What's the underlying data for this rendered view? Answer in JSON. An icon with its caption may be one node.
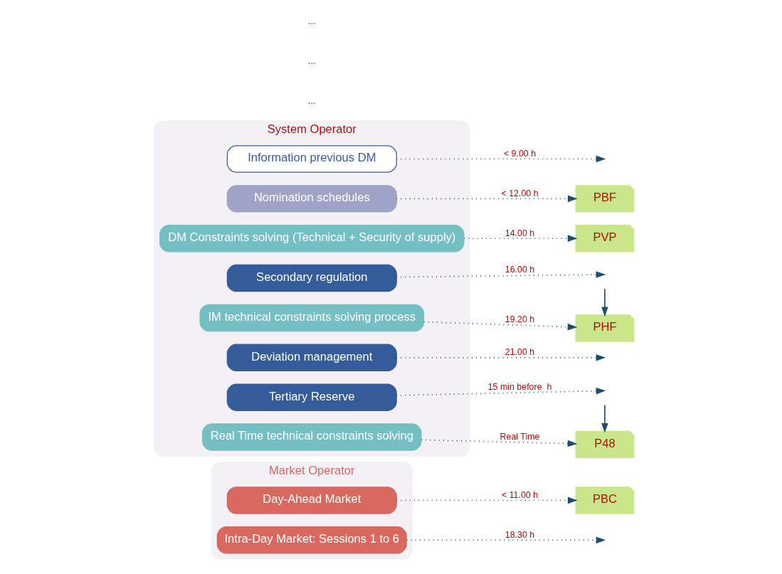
{
  "diagram": {
    "nodes": [
      {
        "text": [
          "Market Operator"
        ]
      },
      {
        "text": [
          "Day-Ahead Market"
        ],
        "in": 0
      },
      {
        "text": [
          "Intra-Day Market: Sessions 1 to 6"
        ],
        "in": 0
      },
      {
        "text": [
          "System Operator"
        ]
      },
      {
        "text": [
          "Information previous DM"
        ],
        "in": 3
      },
      {
        "text": [
          "Nomination schedules"
        ],
        "in": 3
      },
      {
        "text": [
          "DM Constraints solving (Technical + Security of supply)"
        ],
        "in": 3
      },
      {
        "text": [
          "Secondary regulation"
        ],
        "in": 3
      },
      {
        "text": [
          "IM technical constraints solving process"
        ],
        "in": 3
      },
      {
        "text": [
          "Deviation management"
        ],
        "in": 3
      },
      {
        "text": [
          "Tertiary Reserve"
        ],
        "in": 3
      },
      {
        "text": [
          "Real Time technical constraints solving"
        ],
        "in": 3
      },
      {
        "text": [
          "PBC"
        ]
      },
      {
        "text": [
          "PBF"
        ]
      },
      {
        "text": [
          "PVP"
        ]
      },
      {
        "text": [
          "PHF"
        ]
      },
      {
        "text": [
          "P48"
        ]
      }
    ],
    "edges": [
      {
        "from": 4,
        "to": null,
        "arrow": "to",
        "label": "< 9.00 h",
        "style": "dashed"
      },
      {
        "from": 1,
        "to": 12,
        "arrow": "to",
        "label": "< 11.00 h",
        "style": "dashed"
      },
      {
        "from": 5,
        "to": 13,
        "arrow": "to",
        "label": "< 12.00 h",
        "style": "dashed"
      },
      {
        "from": 6,
        "to": 14,
        "arrow": "to",
        "label": "14.00 h",
        "style": "dashed"
      },
      {
        "from": 7,
        "to": null,
        "arrow": "to",
        "label": "16.00 h",
        "style": "dashed"
      },
      {
        "from": 2,
        "to": null,
        "arrow": "to",
        "label": "18.30 h",
        "style": "dashed"
      },
      {
        "from": 8,
        "to": 15,
        "arrow": "to",
        "label": "19.20 h",
        "style": "dashed"
      },
      {
        "from": 9,
        "to": null,
        "arrow": "to",
        "label": "21.00 h",
        "style": "dashed"
      },
      {
        "from": 10,
        "to": null,
        "arrow": "to",
        "label": "15 min before  h",
        "style": "dashed"
      },
      {
        "from": 11,
        "to": 16,
        "arrow": "to",
        "label": "Real Time",
        "style": "dashed"
      },
      {
        "from": null,
        "to": 15,
        "arrow": "to"
      },
      {
        "from": null,
        "to": 16,
        "arrow": "to"
      }
    ],
    "labels": [
      "...",
      "...",
      "..."
    ]
  }
}
